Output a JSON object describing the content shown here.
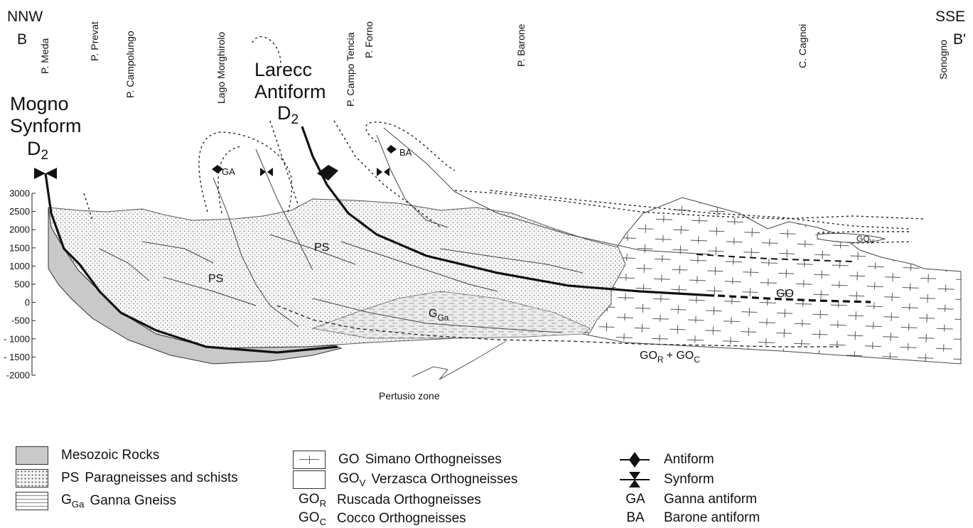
{
  "header": {
    "left_dir": "NNW",
    "left_point": "B",
    "right_dir": "SSE",
    "right_point": "B'"
  },
  "localities": [
    "P. Meda",
    "P. Prevat",
    "P. Campolungo",
    "Lago Morghirolo",
    "P. Campo Tencia",
    "P. Forno",
    "P. Barone",
    "C. Cagnoi",
    "Sonogno"
  ],
  "structures": {
    "mogno": [
      "Mogno",
      "Synform"
    ],
    "larecc": [
      "Larecc",
      "Antiform"
    ],
    "d2_main": "D",
    "d2_sub": "2"
  },
  "elevation_axis": {
    "ticks": [
      "3000",
      "2500",
      "2000",
      "1500",
      "1000",
      "500",
      "0",
      "-500",
      "- 1000",
      "- 1500",
      "-2000"
    ]
  },
  "section_labels": {
    "ps1": "PS",
    "ps2": "PS",
    "gga_main": "G",
    "gga_sub": "Ga",
    "go": "GO",
    "gov_main": "GO",
    "gov_sub": "V",
    "ga": "GA",
    "ba": "BA",
    "gor_goc": {
      "a": "GO",
      "a_sub": "R",
      "plus": "+ GO",
      "b_sub": "C"
    },
    "pertusio": "Pertusio zone"
  },
  "legend": {
    "mesozoic": "Mesozoic Rocks",
    "ps": {
      "code": "PS",
      "label": "Paragneisses and schists"
    },
    "gga": {
      "code": "G",
      "code_sub": "Ga",
      "label": "Ganna Gneiss"
    },
    "go": {
      "code": "GO",
      "label": "Simano Orthogneisses"
    },
    "gov": {
      "code": "GO",
      "code_sub": "V",
      "label": "Verzasca Orthogneisses"
    },
    "gor": {
      "code": "GO",
      "code_sub": "R",
      "label": "Ruscada Orthogneisses"
    },
    "goc": {
      "code": "GO",
      "code_sub": "C",
      "label": "Cocco Orthogneisses"
    },
    "antiform": "Antiform",
    "synform": "Synform",
    "ga": {
      "abbr": "GA",
      "label": "Ganna antiform"
    },
    "ba": {
      "abbr": "BA",
      "label": "Barone antiform"
    }
  }
}
